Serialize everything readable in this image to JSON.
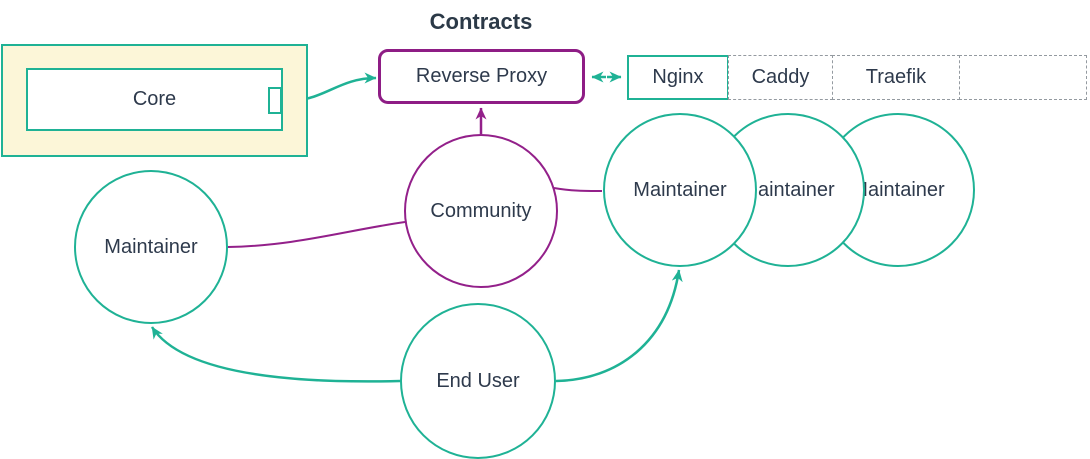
{
  "title": "Contracts",
  "colors": {
    "teal": "#1fb295",
    "purple": "#93208a",
    "node_border_purple": "#8e1d85",
    "core_fill": "#fcf6d8",
    "text": "#2e3a4c",
    "dashed_border": "#949aa0"
  },
  "diagram": {
    "nodes": {
      "core": {
        "label": "Core",
        "type": "subsystem-box-with-port"
      },
      "reverse_proxy": {
        "label": "Reverse Proxy",
        "type": "rounded-box"
      },
      "proxy_options": {
        "cells": [
          "Nginx",
          "Caddy",
          "Traefik",
          ""
        ]
      },
      "community": {
        "label": "Community",
        "type": "circle"
      },
      "maintainer_left": {
        "label": "Maintainer",
        "type": "circle"
      },
      "maintainer_cluster": {
        "labels": [
          "Maintainer",
          "Maintainer",
          "Maintainer"
        ],
        "type": "overlapping-circles"
      },
      "end_user": {
        "label": "End User",
        "type": "circle"
      }
    },
    "edges": [
      {
        "from": "core",
        "to": "reverse_proxy",
        "color": "teal",
        "arrow": "end"
      },
      {
        "from": "reverse_proxy",
        "to": "proxy_options",
        "color": "teal",
        "arrow": "both"
      },
      {
        "from": "community",
        "to": "reverse_proxy",
        "color": "purple",
        "arrow": "end"
      },
      {
        "from": "community",
        "to": "maintainer_left",
        "color": "purple",
        "arrow": "none"
      },
      {
        "from": "community",
        "to": "maintainer_cluster",
        "color": "purple",
        "arrow": "none"
      },
      {
        "from": "end_user",
        "to": "maintainer_left",
        "color": "teal",
        "arrow": "end"
      },
      {
        "from": "end_user",
        "to": "maintainer_cluster",
        "color": "teal",
        "arrow": "end"
      }
    ]
  }
}
